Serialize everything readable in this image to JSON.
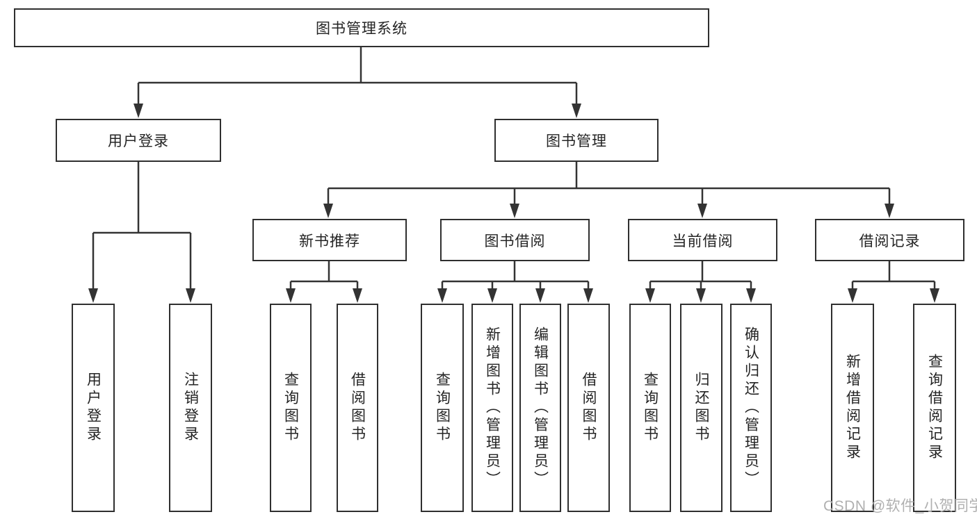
{
  "tree": {
    "root": {
      "label": "图书管理系统"
    },
    "branches": [
      {
        "label": "用户登录",
        "children": [
          {
            "label": "用户登录"
          },
          {
            "label": "注销登录"
          }
        ]
      },
      {
        "label": "图书管理",
        "children": [
          {
            "label": "新书推荐",
            "children": [
              {
                "label": "查询图书"
              },
              {
                "label": "借阅图书"
              }
            ]
          },
          {
            "label": "图书借阅",
            "children": [
              {
                "label": "查询图书"
              },
              {
                "label": "新增图书（管理员）"
              },
              {
                "label": "编辑图书（管理员）"
              },
              {
                "label": "借阅图书"
              }
            ]
          },
          {
            "label": "当前借阅",
            "children": [
              {
                "label": "查询图书"
              },
              {
                "label": "归还图书"
              },
              {
                "label": "确认归还（管理员）"
              }
            ]
          },
          {
            "label": "借阅记录",
            "children": [
              {
                "label": "新增借阅记录"
              },
              {
                "label": "查询借阅记录"
              }
            ]
          }
        ]
      }
    ]
  },
  "watermark": {
    "text": "CSDN @软件_小贺同学"
  },
  "colors": {
    "line": "#333333",
    "box_border": "#2f2f2f",
    "text": "#242424",
    "watermark": "#b0b0b0",
    "background": "#ffffff"
  }
}
